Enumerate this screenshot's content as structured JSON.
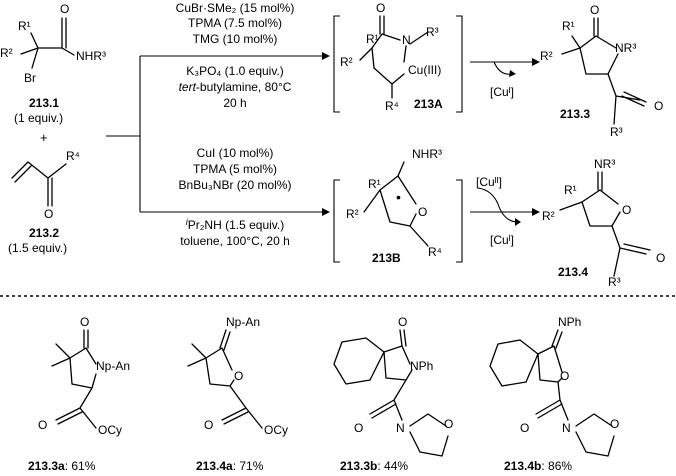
{
  "reactants": {
    "r1": "R¹",
    "r2": "R²",
    "br": "Br",
    "o": "O",
    "nhr3": "NHR³",
    "id_213_1": "213.1",
    "equiv_1": "(1 equiv.)",
    "plus": "+",
    "r4": "R⁴",
    "o2": "O",
    "id_213_2": "213.2",
    "equiv_2": "(1.5 equiv.)"
  },
  "top_conditions": {
    "line1": "CuBr·SMe₂ (15 mol%)",
    "line2": "TPMA (7.5 mol%)",
    "line3": "TMG (10 mol%)",
    "line4": "K₃PO₄ (1.0 equiv.)",
    "line5a": "tert",
    "line5b": "-butylamine, 80°C",
    "line6": "20 h"
  },
  "bottom_conditions": {
    "line1": "CuI (10 mol%)",
    "line2": "TPMA (5 mol%)",
    "line3": "BnBu₃NBr (20 mol%)",
    "line4a": "i",
    "line4b": "Pr₂NH (1.5 equiv.)",
    "line5": "toluene, 100°C, 20 h"
  },
  "intermediate_A": {
    "r1": "R¹",
    "r2": "R²",
    "o": "O",
    "n": "N",
    "r3": "R³",
    "cu": "Cu(III)",
    "r4": "R⁴",
    "id": "213A"
  },
  "intermediate_B": {
    "nhr3": "NHR³",
    "r1": "R¹",
    "r2": "R²",
    "radical": "•",
    "o": "O",
    "r4": "R⁴",
    "id": "213B"
  },
  "catalyst": {
    "cu_i_out": "[Cuᴵ]",
    "cu_ii_in": "[Cuᴵᴵ]",
    "cu_i_out2": "[Cuᴵ]"
  },
  "product_3": {
    "o": "O",
    "r1": "R¹",
    "r2": "R²",
    "nr3": "NR³",
    "o2": "O",
    "r3": "R³",
    "id": "213.3"
  },
  "product_4": {
    "nr3": "NR³",
    "r1": "R¹",
    "r2": "R²",
    "o": "O",
    "o2": "O",
    "r3": "R³",
    "id": "213.4"
  },
  "examples": [
    {
      "id": "213.3a",
      "yield": ": 61%",
      "n": "Np-An",
      "o1": "O",
      "o2": "O",
      "ocy": "OCy"
    },
    {
      "id": "213.4a",
      "yield": ": 71%",
      "n": "Np-An",
      "o1": "O",
      "o2": "O",
      "ocy": "OCy"
    },
    {
      "id": "213.3b",
      "yield": ": 44%",
      "o1": "O",
      "n": "NPh",
      "o2": "O",
      "n2": "N",
      "o3": "O"
    },
    {
      "id": "213.4b",
      "yield": ": 86%",
      "n": "NPh",
      "o1": "O",
      "o2": "O",
      "n2": "N",
      "o3": "O"
    }
  ]
}
